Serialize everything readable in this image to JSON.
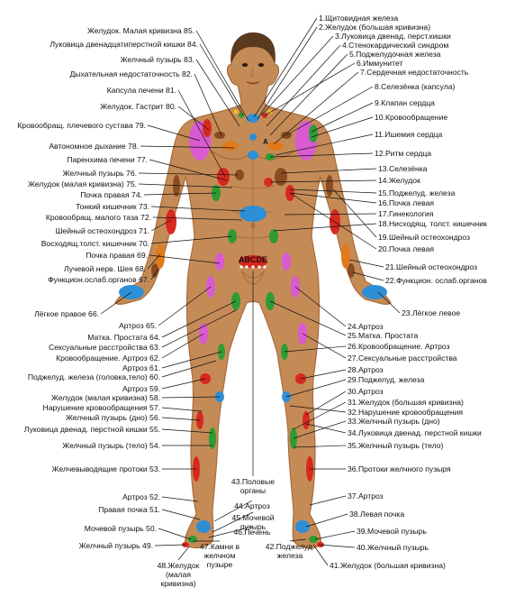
{
  "center_letters": "ABCDE",
  "center_mark": "A",
  "colors": {
    "skin": "#c58b57",
    "skin_shadow": "#a86c3c",
    "red": "#d8281f",
    "green": "#2f9b33",
    "blue": "#2f8fd6",
    "magenta": "#d95ad1",
    "orange": "#e07a1a",
    "yellow": "#f2c21a",
    "brown": "#8a4c22",
    "line": "#111111"
  },
  "labels_right": [
    "1.Щитовидная железа",
    "2.Желудок (большая кривизна)",
    "3.Луковица двенад. перст.кишки",
    "4.Стенокардический синдром",
    "5.Поджелудочная железа",
    "6.Иммунитет",
    "7.Сердечная недостаточность",
    "8.Селезёнка (капсула)",
    "9.Клапан сердца",
    "10.Кровообращение",
    "11.Ишемия сердца",
    "12.Ритм сердца",
    "13.Селезёнка",
    "14.Желудок",
    "15.Поджелуд. железа",
    "16.Почка левая",
    "17.Гинекология",
    "18.Нисходящ. толст. кишечник",
    "19.Шейный остеохондроз",
    "20.Почка левая",
    "21.Шейный остеохондроз",
    "22.Функцион. ослаб.органов",
    "23.Лёгкое левое",
    "24.Артроз",
    "25.Матка. Простата",
    "26.Кровообращение. Артроз",
    "27.Сексуальные расстройства",
    "28.Артроз",
    "29.Поджелуд. железа",
    "30.Артроз",
    "31.Желудок (большая кривизна)",
    "32.Нарушение кровообращения",
    "33.Желчный пузырь (дно)",
    "34.Луковица двенад. перстной кишки",
    "35.Желчный пузырь (тело)",
    "36.Протоки желчного пузыря",
    "37.Артроз",
    "38.Левая почка",
    "39.Мочевой пузырь",
    "40.Желчный пузырь",
    "41.Желудок (большая кривизна)"
  ],
  "labels_left": [
    "Желудок. Малая кривизна 85.",
    "Луковица двенадцатиперстной кишки 84.",
    "Желчный пузырь 83.",
    "Дыхательная недостаточность 82.",
    "Капсула печени 81.",
    "Желудок. Гастрит 80.",
    "Кровообращ. плечевого сустава 79.",
    "Автономное дыхание 78.",
    "Паренхима печени 77.",
    "Желчный пузырь 76.",
    "Желудок (малая кривизна) 75.",
    "Почка правая 74.",
    "Тонкий кишечник 73.",
    "Кровообращ. малого таза 72.",
    "Шейный остеохондроз 71.",
    "Восходящ.толст. кишечник 70.",
    "Почка правая 69.",
    "Лучевой нерв. Шея 68.",
    "Функцион.ослаб.органов 67.",
    "Лёгкое правое 66.",
    "Артроз 65.",
    "Матка. Простата 64.",
    "Сексуальные расстройства 63.",
    "Кровообращение. Артроз 62.",
    "Артроз 61.",
    "Поджелуд. железа (головка,тело) 60.",
    "Артроз 59.",
    "Желудок (малая кривизна) 58.",
    "Нарушение кровообращения 57.",
    "Желчный пузырь (дно) 56.",
    "Луковица двенад. перстной кишки 55.",
    "Желчный пузырь (тело) 54.",
    "Желчевыводящие протоки 53.",
    "Артроз 52.",
    "Правая почка 51.",
    "Мочевой пузырь 50.",
    "Желчный пузырь 49."
  ],
  "labels_bottom": [
    "43.Половые органы",
    "44.Артроз",
    "45.Мочевой пузырь",
    "46.Печень",
    "47.Камни в желчном пузыре",
    "42.Поджелуд. железа",
    "48.Желудок (малая кривизна)"
  ]
}
